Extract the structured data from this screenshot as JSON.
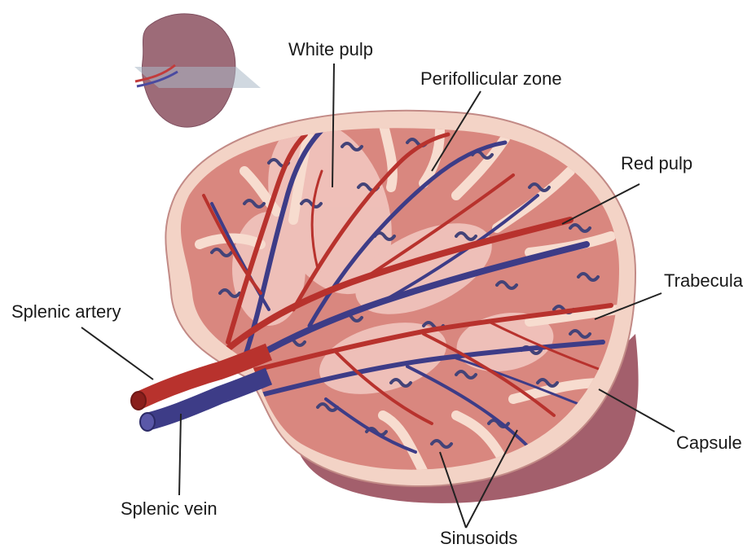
{
  "labels": {
    "white_pulp": "White pulp",
    "perifollicular_zone": "Perifollicular zone",
    "red_pulp": "Red pulp",
    "trabecula": "Trabecula",
    "splenic_artery": "Splenic artery",
    "capsule": "Capsule",
    "splenic_vein": "Splenic vein",
    "sinusoids": "Sinusoids"
  },
  "colors": {
    "capsule_outer": "#b9787f",
    "capsule_rim": "#f3d3c6",
    "capsule_side": "#a35f6c",
    "red_pulp": "#d9877f",
    "white_pulp": "#f1c6bf",
    "trabecula": "#f7dccf",
    "artery": "#b8322d",
    "vein": "#3d3c87",
    "sinusoid": "#434378",
    "leader_line": "#222222",
    "inset_organ": "#9d6b78"
  }
}
